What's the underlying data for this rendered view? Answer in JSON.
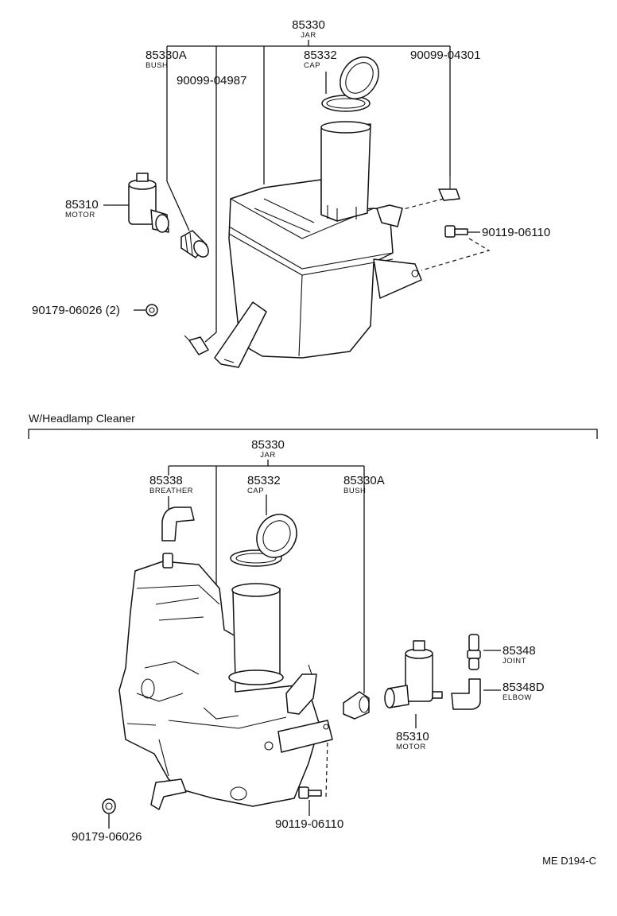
{
  "section_title": "W/Headlamp Cleaner",
  "figure_code": "ME D194-C",
  "top": {
    "jar": {
      "number": "85330",
      "name": "JAR"
    },
    "bush": {
      "number": "85330A",
      "name": "BUSH"
    },
    "cap": {
      "number": "85332",
      "name": "CAP"
    },
    "screw": {
      "number": "90099-04301"
    },
    "clip": {
      "number": "90099-04987"
    },
    "motor": {
      "number": "85310",
      "name": "MOTOR"
    },
    "bolt": {
      "number": "90119-06110"
    },
    "grommet": {
      "number": "90179-06026 (2)"
    }
  },
  "bottom": {
    "jar": {
      "number": "85330",
      "name": "JAR"
    },
    "breather": {
      "number": "85338",
      "name": "BREATHER"
    },
    "cap": {
      "number": "85332",
      "name": "CAP"
    },
    "bush": {
      "number": "85330A",
      "name": "BUSH"
    },
    "joint": {
      "number": "85348",
      "name": "JOINT"
    },
    "elbow": {
      "number": "85348D",
      "name": "ELBOW"
    },
    "motor": {
      "number": "85310",
      "name": "MOTOR"
    },
    "bolt": {
      "number": "90119-06110"
    },
    "grommet": {
      "number": "90179-06026"
    }
  }
}
